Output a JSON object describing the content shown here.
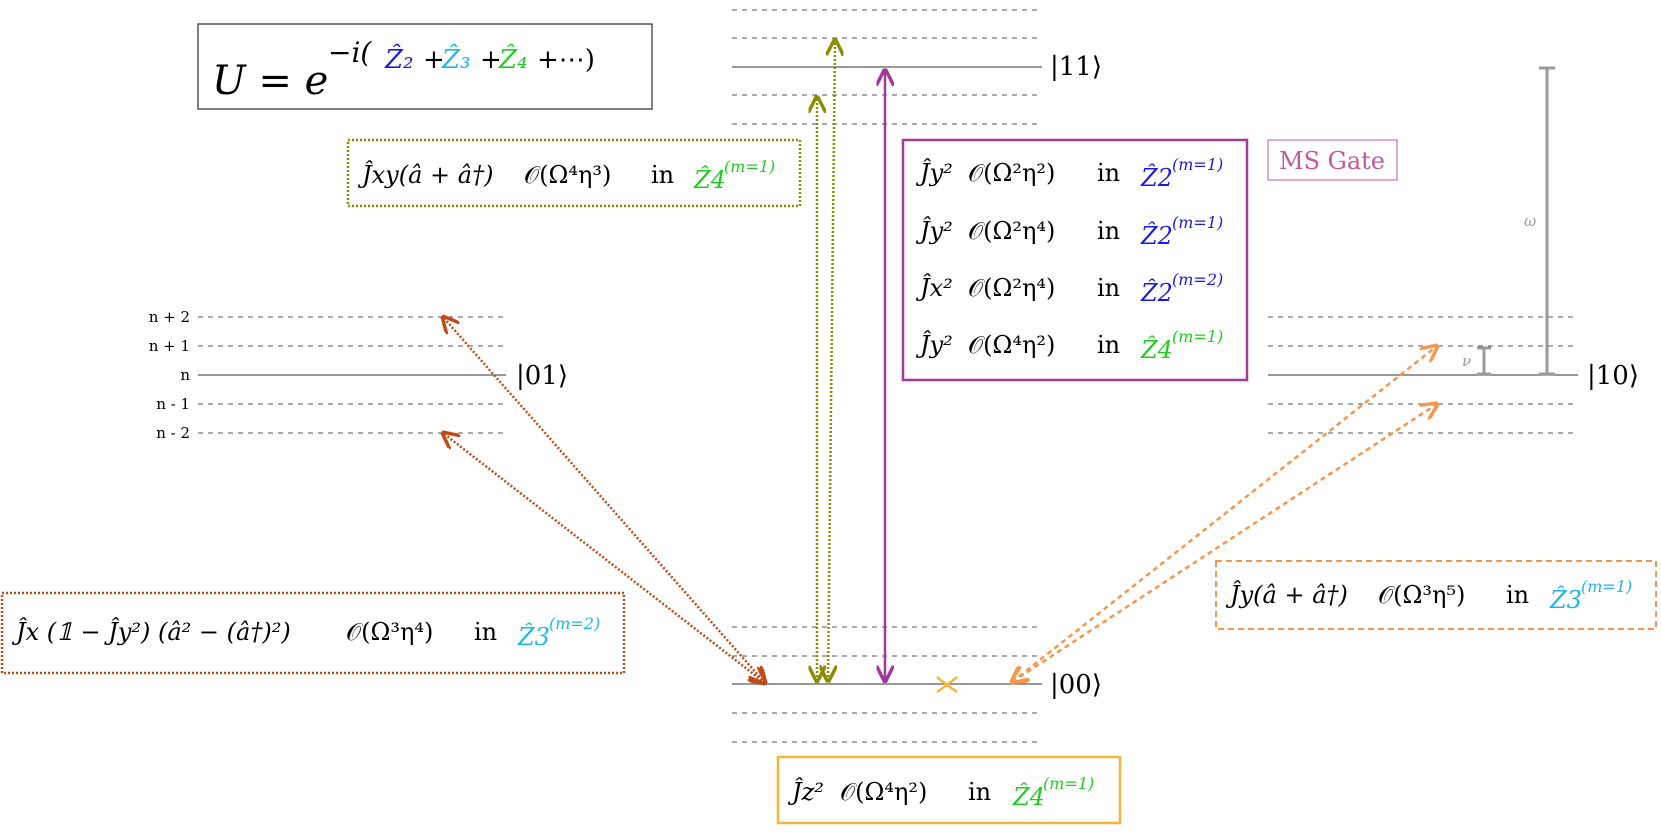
{
  "formula": {
    "lhs": "U = e",
    "exp_prefix": "−i(",
    "z2": "Ẑ₂",
    "plus1": "+",
    "z3": "Ẑ₃",
    "plus2": "+",
    "z4": "Ẑ₄",
    "tail": "+⋯)"
  },
  "states": {
    "s11": "|11⟩",
    "s01": "|01⟩",
    "s10": "|10⟩",
    "s00": "|00⟩"
  },
  "phonon_levels": [
    "n + 2",
    "n + 1",
    "n",
    "n - 1",
    "n - 2"
  ],
  "ms_gate_label": "MS Gate",
  "omega_label": "ω",
  "nu_label": "ν",
  "terms": {
    "jxy": {
      "op": "Ĵxy(â + â†)",
      "order": "𝒪(Ω⁴η³)",
      "in": "in",
      "z": "Ẑ4",
      "m": "(m=1)"
    },
    "ms": [
      {
        "op": "Ĵy²",
        "order": "𝒪(Ω²η²)",
        "in": "in",
        "z": "Ẑ2",
        "m": "(m=1)"
      },
      {
        "op": "Ĵy²",
        "order": "𝒪(Ω²η⁴)",
        "in": "in",
        "z": "Ẑ2",
        "m": "(m=1)"
      },
      {
        "op": "Ĵx²",
        "order": "𝒪(Ω²η⁴)",
        "in": "in",
        "z": "Ẑ2",
        "m": "(m=2)"
      },
      {
        "op": "Ĵy²",
        "order": "𝒪(Ω⁴η²)",
        "in": "in",
        "z": "Ẑ4",
        "m": "(m=1)"
      }
    ],
    "jx": {
      "op": "Ĵx (𝟙 − Ĵy²) (â² − (â†)²)",
      "order": "𝒪(Ω³η⁴)",
      "in": "in",
      "z": "Ẑ3",
      "m": "(m=2)"
    },
    "jy": {
      "op": "Ĵy(â + â†)",
      "order": "𝒪(Ω³η⁵)",
      "in": "in",
      "z": "Ẑ3",
      "m": "(m=1)"
    },
    "jz": {
      "op": "Ĵz²",
      "order": "𝒪(Ω⁴η²)",
      "in": "in",
      "z": "Ẑ4",
      "m": "(m=1)"
    }
  },
  "colors": {
    "z2": "#1a1ae6",
    "z3": "#19b8e6",
    "z4": "#1fcc1f",
    "olive": "#8c8c00",
    "purple": "#a03c96",
    "rust": "#c04a18",
    "orange": "#f5964f",
    "gold": "#f5b43c",
    "ms_label": "#c05aa0",
    "gray": "#9a9a9a"
  }
}
